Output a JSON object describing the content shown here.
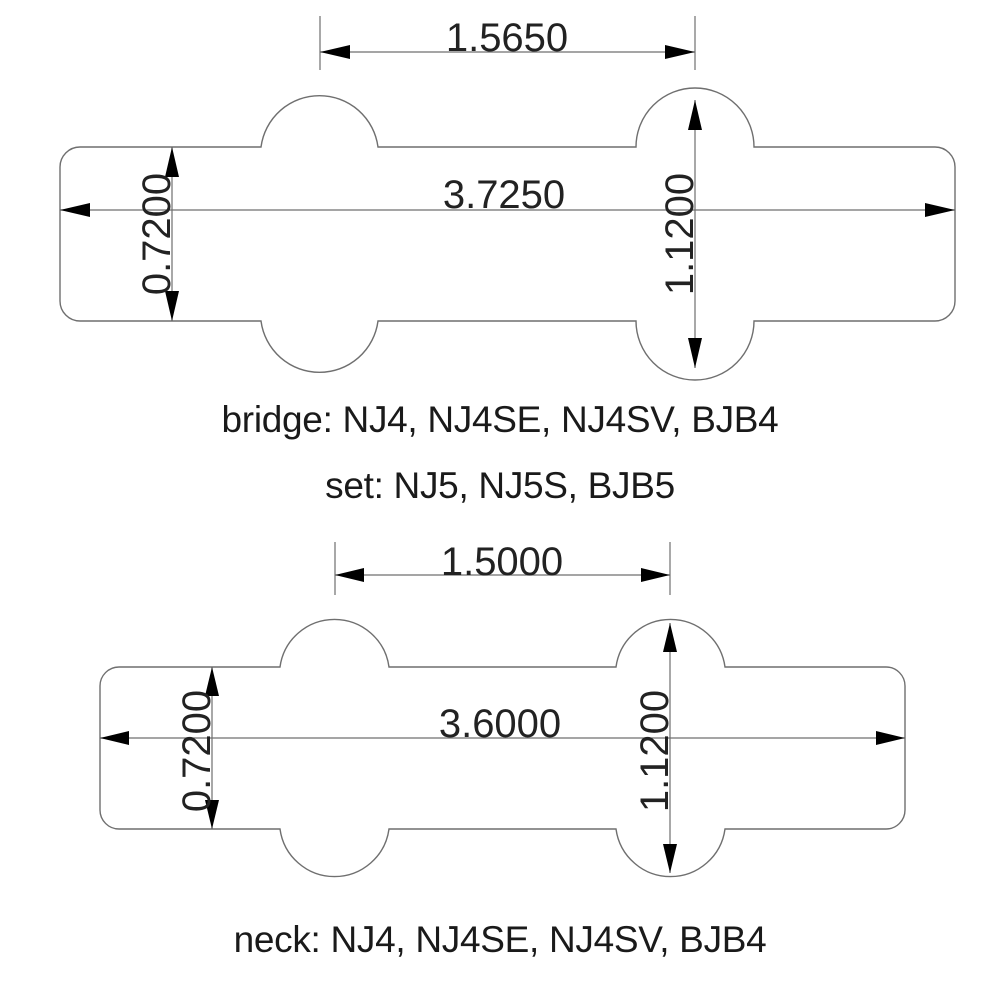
{
  "pickups": [
    {
      "id": "bridge",
      "dimensions": {
        "pole_spacing": "1.5650",
        "overall_length": "3.7250",
        "body_width": "0.7200",
        "lobe_width": "1.1200"
      },
      "caption_lines": [
        "bridge: NJ4, NJ4SE, NJ4SV, BJB4",
        "set: NJ5, NJ5S, BJB5"
      ]
    },
    {
      "id": "neck",
      "dimensions": {
        "pole_spacing": "1.5000",
        "overall_length": "3.6000",
        "body_width": "0.7200",
        "lobe_width": "1.1200"
      },
      "caption_lines": [
        "neck: NJ4, NJ4SE, NJ4SV, BJB4"
      ]
    }
  ],
  "colors": {
    "outline": "#6f6f6f",
    "arrow": "#000000",
    "text": "#222222"
  }
}
